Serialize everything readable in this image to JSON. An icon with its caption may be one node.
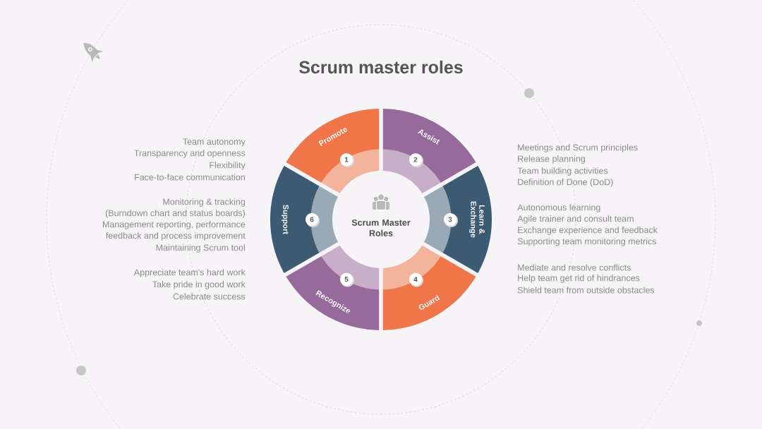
{
  "diagram": {
    "title": "Scrum master roles",
    "nodes": [
      {
        "text": [
          "Scrum Master Roles"
        ]
      },
      {
        "text": [
          "Promote",
          "1"
        ]
      },
      {
        "text": [
          "Assist",
          "2"
        ]
      },
      {
        "text": [
          "Learn & Exchange",
          "3"
        ]
      },
      {
        "text": [
          "Guard",
          "4"
        ]
      },
      {
        "text": [
          "Recognize",
          "5"
        ]
      },
      {
        "text": [
          "Support",
          "6"
        ]
      }
    ],
    "labels": [
      "Team autonomy",
      "Transparency and openness",
      "Flexibility",
      "Face-to-face communication",
      "Monitoring & tracking",
      "(Burndown chart and status boards)",
      "Management reporting, performance",
      "feedback and process improvement",
      "Maintaining Scrum tool",
      "Appreciate team's hard work",
      "Take pride in good work",
      "Celebrate success",
      "Meetings and Scrum principles",
      "Release planning",
      "Team building activities",
      "Definition of Done (DoD)",
      "Autonomous learning",
      "Agile trainer and consult team",
      "Exchange experience and feedback",
      "Supporting team monitoring metrics",
      "Mediate and resolve conflicts",
      "Help team get rid of hindrances",
      "Shield team from outside obstacles"
    ]
  }
}
